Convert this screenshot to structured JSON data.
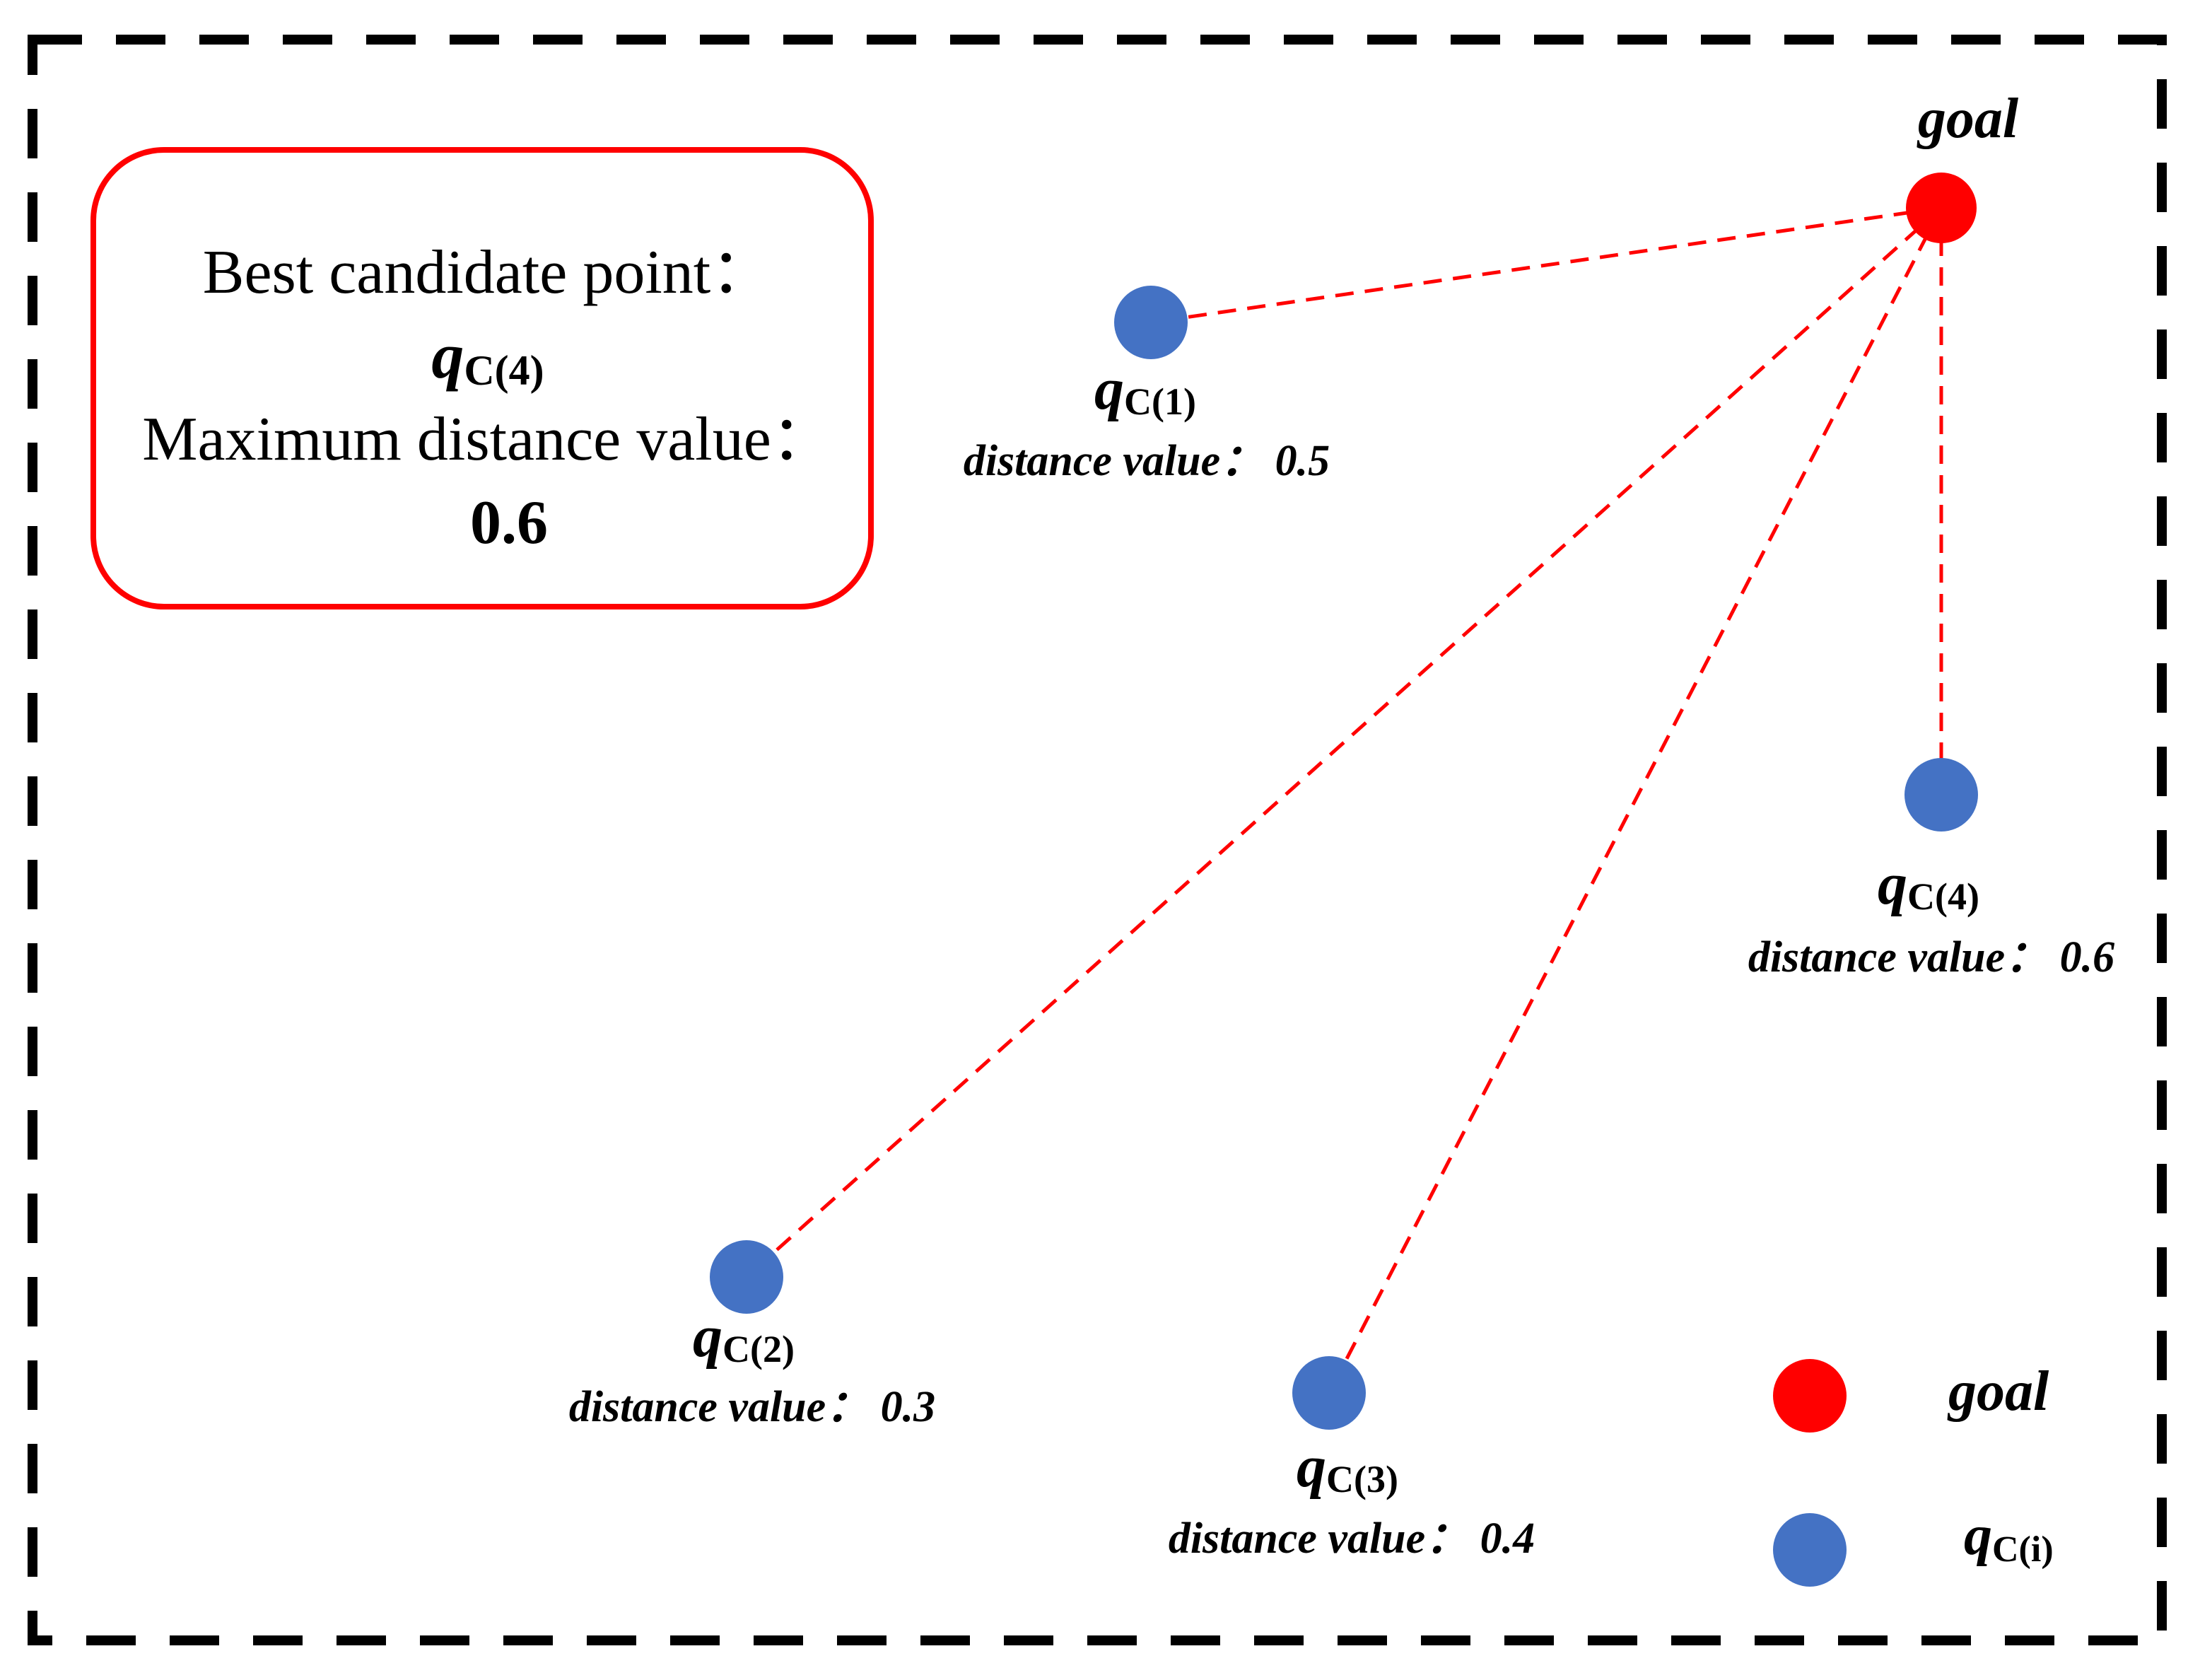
{
  "colors": {
    "goal": "#ff0000",
    "candidate": "#4472c4",
    "edge": "#ff0000",
    "frame": "#000000",
    "info_box_border": "#ff0000"
  },
  "info_box": {
    "best_label": "Best candidate point：",
    "best_point": {
      "base": "q",
      "sub": "C(4)"
    },
    "max_label": "Maximum distance value：",
    "max_value": "0.6"
  },
  "goal": {
    "label": "goal"
  },
  "candidates": [
    {
      "id": "qc1",
      "base": "q",
      "sub": "C(1)",
      "distance_text": "distance value：  0.5"
    },
    {
      "id": "qc2",
      "base": "q",
      "sub": "C(2)",
      "distance_text": "distance value：  0.3"
    },
    {
      "id": "qc3",
      "base": "q",
      "sub": "C(3)",
      "distance_text": "distance value：  0.4"
    },
    {
      "id": "qc4",
      "base": "q",
      "sub": "C(4)",
      "distance_text": "distance value：  0.6"
    }
  ],
  "legend": {
    "goal_label": "goal",
    "candidate": {
      "base": "q",
      "sub": "C(i)"
    }
  }
}
